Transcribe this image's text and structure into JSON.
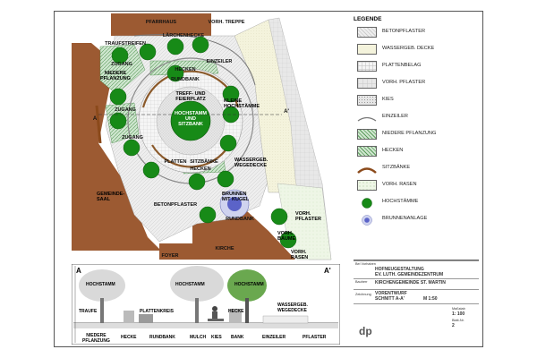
{
  "plan": {
    "labels": {
      "pfarrhaus": "PFARRHAUS",
      "vorh_treppe": "VORH.\nTREPPE",
      "traufstreifen": "TRAUFSTREIFEN",
      "laerchenhecke": "LÄRCHENHECKE",
      "zugang1": "ZUGANG",
      "einzeiler": "EINZEILER",
      "niedere_pflanzung": "NIEDERE\nPFLANZUNG",
      "hecken_top": "HECKEN",
      "rundbank_top": "RUNDBANK",
      "treff": "TREFF- UND\nFEIERPLATZ",
      "hochstamm_sitzbank": "HOCHSTAMM\nUND\nSITZBANK",
      "kleine_hochstaemme": "KLEINE\nHOCHSTÄMME",
      "zugang2": "ZUGANG",
      "zugang3": "ZUGANG",
      "a_left": "A",
      "a_right": "A'",
      "platten": "PLATTEN",
      "sitzbaenke": "SITZBÄNKE",
      "hecken_mid": "HECKEN",
      "wassergeb": "WASSERGEB.\nWEGEDECKE",
      "gemeindesaal": "GEMEINDE-\nSAAL",
      "betonpflaster": "BETONPFLASTER",
      "brunnen": "BRUNNEN\nMIT KUGEL",
      "rundbank": "RUNDBANK",
      "vorh_pflaster": "VORH.\nPFLASTER",
      "vorh_baeume": "VORH.\nBÄUME",
      "kirche": "KIRCHE",
      "foyer": "FOYER",
      "vorh_rasen": "VORH.\nRASEN"
    }
  },
  "section": {
    "a_left": "A",
    "a_right": "A'",
    "top_labels": [
      "HOCHSTAMM",
      "HOCHSTAMM",
      "HOCHSTAMM",
      "TRAUFE",
      "PLATTENKREIS",
      "HECKE",
      "WASSERGEB.\nWEGEDECKE"
    ],
    "bottom_labels": [
      "NIEDERE\nPFLANZUNG",
      "HECKE",
      "RUNDBANK",
      "MULCH",
      "KIES",
      "BANK",
      "EINZEILER",
      "PFLASTER"
    ]
  },
  "legend": {
    "title": "LEGENDE",
    "items": [
      {
        "label": "BETONPFLASTER",
        "kind": "betonpflaster"
      },
      {
        "label": "WASSERGEB. DECKE",
        "kind": "wasser"
      },
      {
        "label": "PLATTENBELAG",
        "kind": "platten"
      },
      {
        "label": "VORH. PFLASTER",
        "kind": "vorhpflaster"
      },
      {
        "label": "KIES",
        "kind": "kies"
      },
      {
        "label": "EINZEILER",
        "kind": "einzeiler"
      },
      {
        "label": "NIEDERE PFLANZUNG",
        "kind": "niedere"
      },
      {
        "label": "HECKEN",
        "kind": "hecken"
      },
      {
        "label": "SITZBÄNKE",
        "kind": "sitzbank"
      },
      {
        "label": "VORH. RASEN",
        "kind": "rasen"
      },
      {
        "label": "HOCHSTÄMME",
        "kind": "hochstamm"
      },
      {
        "label": "BRUNNENANLAGE",
        "kind": "brunnen"
      }
    ]
  },
  "title_block": {
    "row1_label": "Bei Vorhaben",
    "project_1": "HOFNEUGESTALTUNG",
    "project_2": "EV. LUTH. GEMEINDEZENTRUM",
    "client_label": "Bauherr",
    "client": "KIRCHENGEMEINDE ST. MARTIN",
    "drawing_label": "Zeichnung",
    "drawing_1": "VORENTWURF",
    "drawing_2": "SCHNITT A-A'",
    "scale_section": "M 1:50",
    "scale_label": "Maßstab",
    "scale": "1: 100",
    "sheet_label": "Blatt-Nr.",
    "sheet": "2",
    "logo": "dp"
  }
}
